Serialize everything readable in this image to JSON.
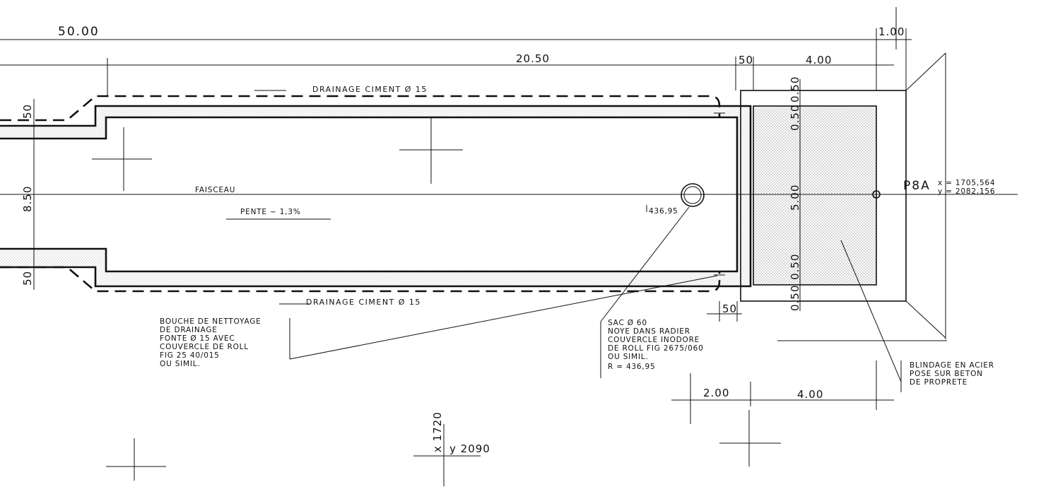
{
  "dimensions": {
    "total_length": "50.00",
    "inner_length": "20.50",
    "end_width": "1.00",
    "small_50_top": "50",
    "pad_length_top": "4.00",
    "small_50_bottom": "50",
    "dim_2_00": "2.00",
    "dim_4_00_bottom": "4.00",
    "left_50_top": "50",
    "left_850": "8.50",
    "left_50_bottom": "50",
    "right_050_a": "0.50",
    "right_050_b": "0.50",
    "right_500": "5.00",
    "right_050_c": "0.50",
    "right_050_d": "0.50"
  },
  "labels": {
    "drainage_top": "DRAINAGE CIMENT Ø 15",
    "drainage_bottom": "DRAINAGE CIMENT Ø 15",
    "faisceau": "FAISCEAU",
    "pente": "PENTE ~ 1,3%",
    "elevation_436": "436,95",
    "point_id": "P8A",
    "coord_x": "x = 1705,564",
    "coord_y": "y = 2082,156",
    "grid_x": "x 1720",
    "grid_y": "y 2090"
  },
  "notes": {
    "bouche": [
      "BOUCHE DE NETTOYAGE",
      "DE DRAINAGE",
      "FONTE Ø 15 AVEC",
      "COUVERCLE DE ROLL",
      "FIG 25 40/015",
      "OU SIMIL."
    ],
    "sac": [
      "SAC Ø 60",
      "NOYE DANS RADIER",
      "COUVERCLE INODORE",
      "DE ROLL FIG 2675/060",
      "OU SIMIL.",
      "R = 436,95"
    ],
    "blindage": [
      "BLINDAGE EN ACIER",
      "POSE SUR BETON",
      "DE PROPRETE"
    ]
  },
  "colors": {
    "ink": "#111111",
    "hatch": "#c8c8c8",
    "paper": "#ffffff"
  }
}
